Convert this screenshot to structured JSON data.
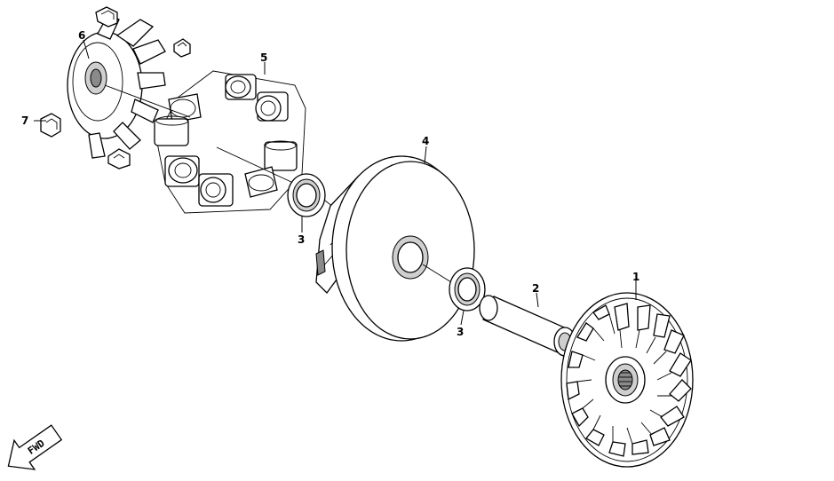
{
  "callouts": [
    {
      "id": "1",
      "part": "driven-face-fan"
    },
    {
      "id": "2",
      "part": "sleeve-collar"
    },
    {
      "id": "3",
      "part": "oil-seal"
    },
    {
      "id": "4",
      "part": "movable-drive-face"
    },
    {
      "id": "5",
      "part": "weight-rollers"
    },
    {
      "id": "6",
      "part": "ramp-plate"
    },
    {
      "id": "7",
      "part": "slider-piece"
    }
  ],
  "labels": {
    "c1": "1",
    "c2": "2",
    "c3a": "3",
    "c3b": "3",
    "c4": "4",
    "c5": "5",
    "c6": "6",
    "c7": "7",
    "fwd": "FWD"
  },
  "colors": {
    "line": "#000000",
    "background": "#ffffff",
    "shade": "#cfcfcf"
  }
}
